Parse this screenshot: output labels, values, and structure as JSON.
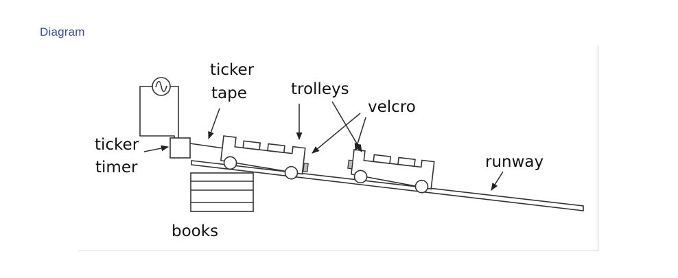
{
  "page": {
    "heading": "Diagram"
  },
  "diagram": {
    "title": "Trolley collision on an inclined runway with ticker timer",
    "labels": {
      "ticker_tape": [
        "ticker",
        "tape"
      ],
      "ticker_timer": [
        "ticker",
        "timer"
      ],
      "trolleys": "trolleys",
      "velcro": "velcro",
      "runway": "runway",
      "books": "books"
    },
    "components": [
      "ac-power-supply",
      "ticker-timer",
      "ticker-tape",
      "trolley-1",
      "trolley-2",
      "velcro-pad-1",
      "velcro-pad-2",
      "runway",
      "books-stack"
    ],
    "colors": {
      "heading": "#3a4f8a",
      "line": "#333333",
      "velcro": "#bdbdbd"
    }
  }
}
